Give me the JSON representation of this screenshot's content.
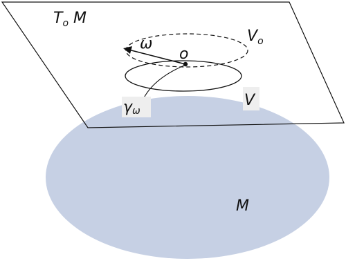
{
  "labels": {
    "tangent_plane": {
      "main": "T",
      "sub": "o",
      "tail": " M"
    },
    "omega": "ω",
    "origin": "o",
    "neighborhood_tangent": {
      "main": "V",
      "sub": "o"
    },
    "neighborhood_manifold": "V",
    "geodesic": {
      "main": "γ",
      "sub": "ω"
    },
    "manifold": "M"
  },
  "colors": {
    "manifold_fill": "#c6d0e4",
    "stroke": "#111111",
    "label_patch": "#eeeeee"
  }
}
